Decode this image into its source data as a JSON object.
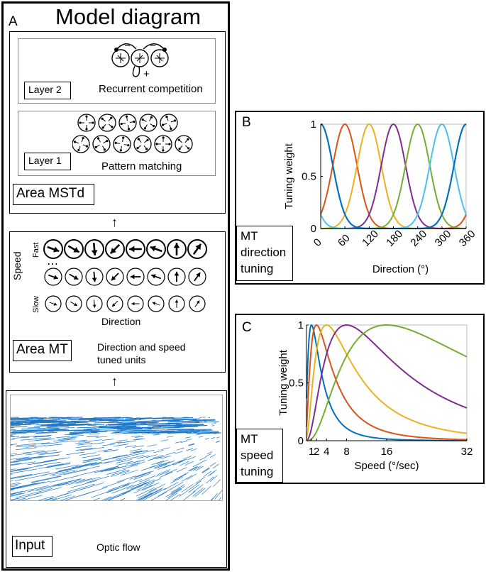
{
  "panelA": {
    "letter": "A",
    "title": "Model diagram",
    "mstd": {
      "area_label": "Area MSTd",
      "layer2_label": "Layer 2",
      "layer2_caption": "Recurrent competition",
      "minus1": "–",
      "minus2": "–",
      "plus": "+",
      "layer1_label": "Layer 1",
      "layer1_caption": "Pattern matching"
    },
    "mt": {
      "area_label": "Area MT",
      "speed_label": "Speed",
      "fast_label": "Fast",
      "slow_label": "Slow",
      "ellipsis": "⋯",
      "direction_label": "Direction",
      "caption": "Direction and speed tuned units"
    },
    "input": {
      "label": "Input",
      "caption": "Optic flow"
    }
  },
  "panelB": {
    "letter": "B",
    "label": "MT direction tuning",
    "chart_data": {
      "type": "line",
      "xlabel": "Direction (°)",
      "ylabel": "Tuning weight",
      "xlim": [
        0,
        360
      ],
      "ylim": [
        0,
        1
      ],
      "xticks": [
        0,
        60,
        120,
        180,
        240,
        300,
        360
      ],
      "yticks": [
        0,
        0.5,
        1
      ],
      "ytick_labels": [
        "0",
        "0.5",
        "1"
      ],
      "series": [
        {
          "preferred": 0,
          "color": "#0072BD"
        },
        {
          "preferred": 60,
          "color": "#D95319"
        },
        {
          "preferred": 120,
          "color": "#EDB120"
        },
        {
          "preferred": 180,
          "color": "#7E2F8E"
        },
        {
          "preferred": 240,
          "color": "#77AC30"
        },
        {
          "preferred": 300,
          "color": "#4DBEEE"
        },
        {
          "preferred": 360,
          "color": "#0072BD"
        }
      ]
    }
  },
  "panelC": {
    "letter": "C",
    "label": "MT speed tuning",
    "chart_data": {
      "type": "line",
      "xlabel": "Speed (°/sec)",
      "ylabel": "Tuning weight",
      "xlim": [
        0,
        32
      ],
      "ylim": [
        0,
        1
      ],
      "xticks": [
        1,
        2,
        4,
        8,
        16,
        32
      ],
      "yticks": [
        0,
        0.5,
        1
      ],
      "ytick_labels": [
        "0",
        "0.5",
        "1"
      ],
      "series": [
        {
          "preferred": 1,
          "color": "#0072BD"
        },
        {
          "preferred": 2,
          "color": "#D95319"
        },
        {
          "preferred": 4,
          "color": "#EDB120"
        },
        {
          "preferred": 8,
          "color": "#7E2F8E"
        },
        {
          "preferred": 16,
          "color": "#77AC30"
        }
      ]
    }
  },
  "colors": {
    "flow": "#1f78c8",
    "frame_grey": "#888888"
  }
}
